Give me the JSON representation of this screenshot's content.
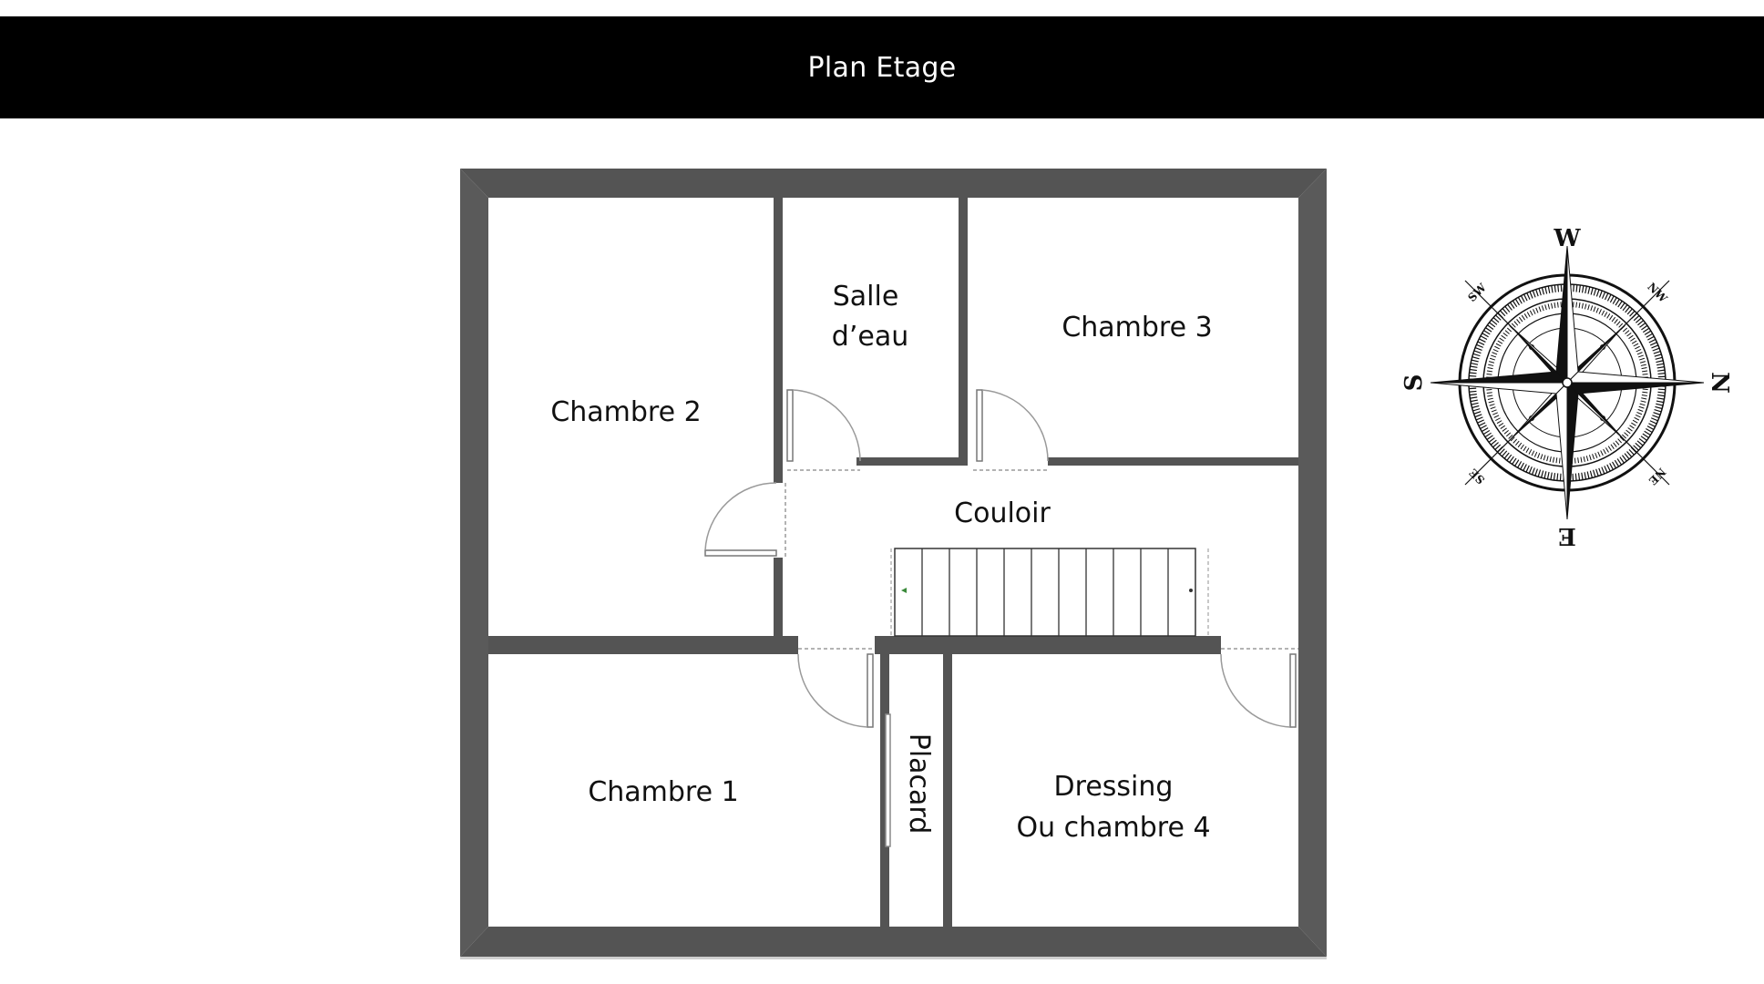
{
  "header": {
    "title": "Plan Etage"
  },
  "rooms": {
    "chambre_2": "Chambre 2",
    "salle_deau_line1": "Salle",
    "salle_deau_line2": "d’eau",
    "chambre_3": "Chambre 3",
    "couloir": "Couloir",
    "chambre_1": "Chambre 1",
    "placard": "Placard",
    "dressing_line1": "Dressing",
    "dressing_line2": "Ou chambre 4"
  },
  "compass": {
    "top": "W",
    "right": "N",
    "bottom": "E",
    "left": "S",
    "top_left": "SW",
    "top_right": "NW",
    "bottom_left": "SE",
    "bottom_right": "NE"
  },
  "colors": {
    "wall": "#555555",
    "header_bg": "#000000",
    "header_text": "#ffffff"
  }
}
